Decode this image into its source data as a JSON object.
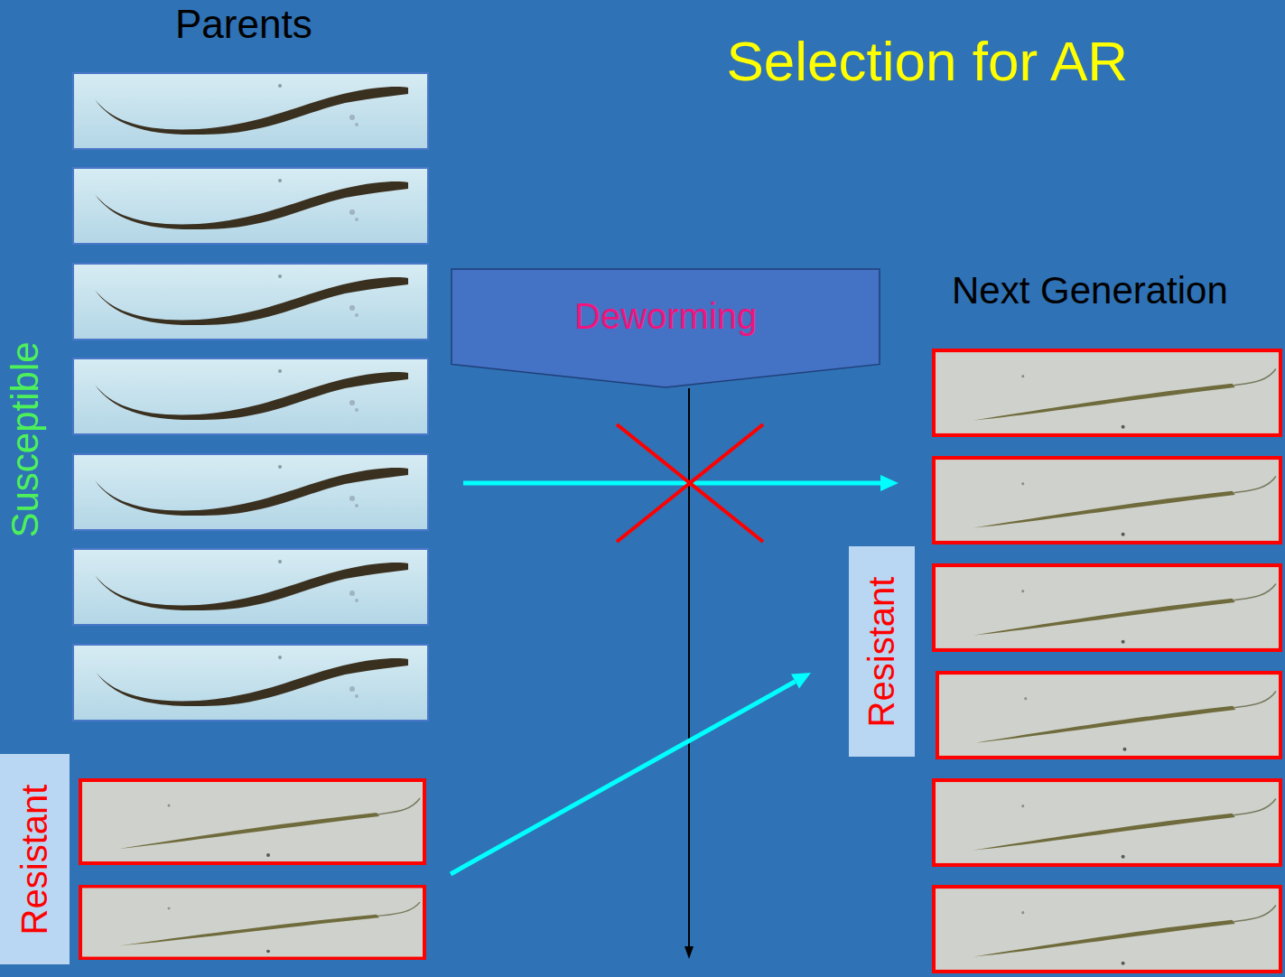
{
  "diagram": {
    "title": "Selection for AR",
    "nodes": [
      {
        "text": [
          "Deworming"
        ]
      },
      {
        "text": [
          "Resistant"
        ]
      },
      {
        "text": [
          "Resistant"
        ]
      }
    ],
    "labels": [
      "Parents",
      "Susceptible",
      "Next Generation"
    ]
  }
}
